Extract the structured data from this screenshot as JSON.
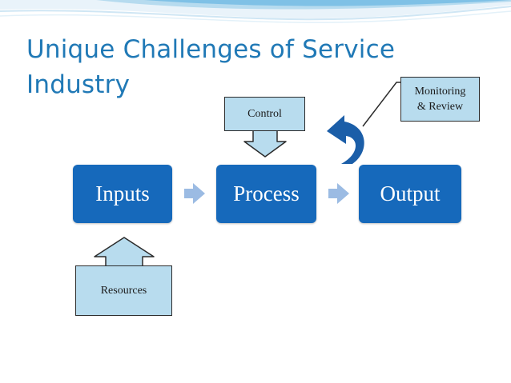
{
  "slide": {
    "title": "Unique Challenges of Service Industry"
  },
  "flow": {
    "inputs_label": "Inputs",
    "process_label": "Process",
    "output_label": "Output"
  },
  "callouts": {
    "control": "Control",
    "resources": "Resources",
    "monitoring_line1": "Monitoring",
    "monitoring_line2": "& Review"
  },
  "colors": {
    "title": "#2079b6",
    "box_fill": "#1669bb",
    "callout_fill": "#b8dcee",
    "flow_arrow": "#9bbbe3",
    "curved_arrow": "#1b5ea8"
  }
}
